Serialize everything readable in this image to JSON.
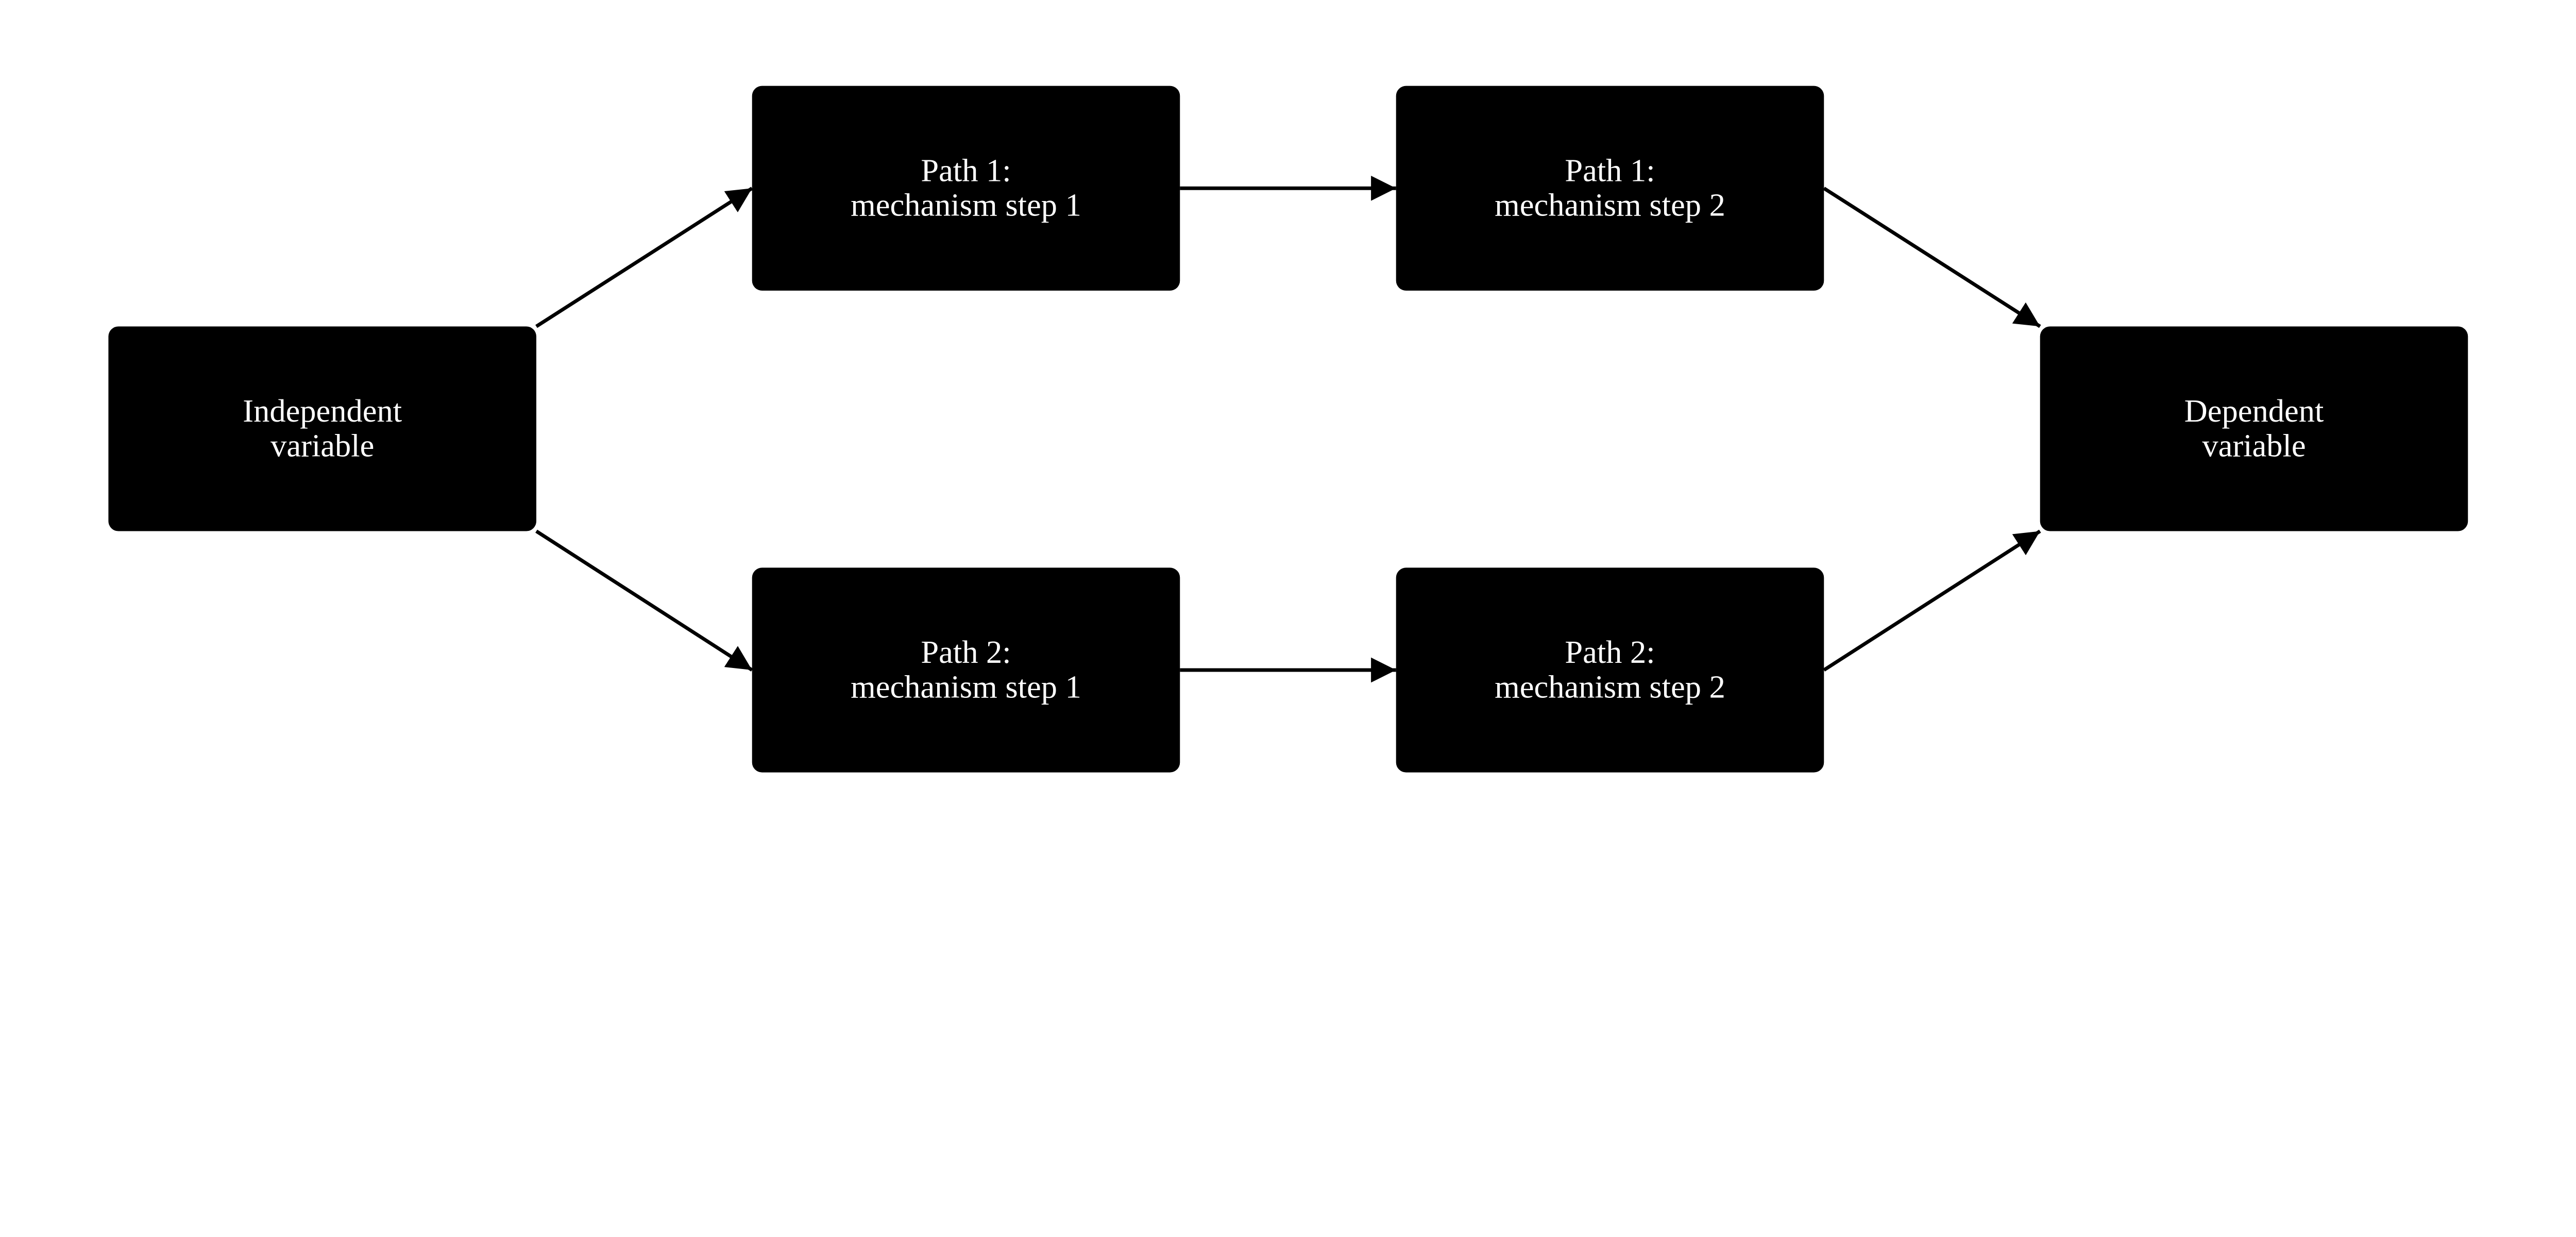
{
  "diagram": {
    "colors": {
      "node_fill": "#000000",
      "node_text": "#ffffff",
      "edge": "#000000",
      "background": "#ffffff"
    },
    "nodes": [
      {
        "id": "iv",
        "lines": [
          "Independent",
          "variable"
        ]
      },
      {
        "id": "p1s1",
        "lines": [
          "Path 1:",
          "mechanism step 1"
        ]
      },
      {
        "id": "p1s2",
        "lines": [
          "Path 1:",
          "mechanism step 2"
        ]
      },
      {
        "id": "p2s1",
        "lines": [
          "Path 2:",
          "mechanism step 1"
        ]
      },
      {
        "id": "p2s2",
        "lines": [
          "Path 2:",
          "mechanism step 2"
        ]
      },
      {
        "id": "dv",
        "lines": [
          "Dependent",
          "variable"
        ]
      }
    ],
    "edges": [
      {
        "from": "iv",
        "to": "p1s1"
      },
      {
        "from": "iv",
        "to": "p2s1"
      },
      {
        "from": "p1s1",
        "to": "p1s2"
      },
      {
        "from": "p2s1",
        "to": "p2s2"
      },
      {
        "from": "p1s2",
        "to": "dv"
      },
      {
        "from": "p2s2",
        "to": "dv"
      }
    ]
  }
}
